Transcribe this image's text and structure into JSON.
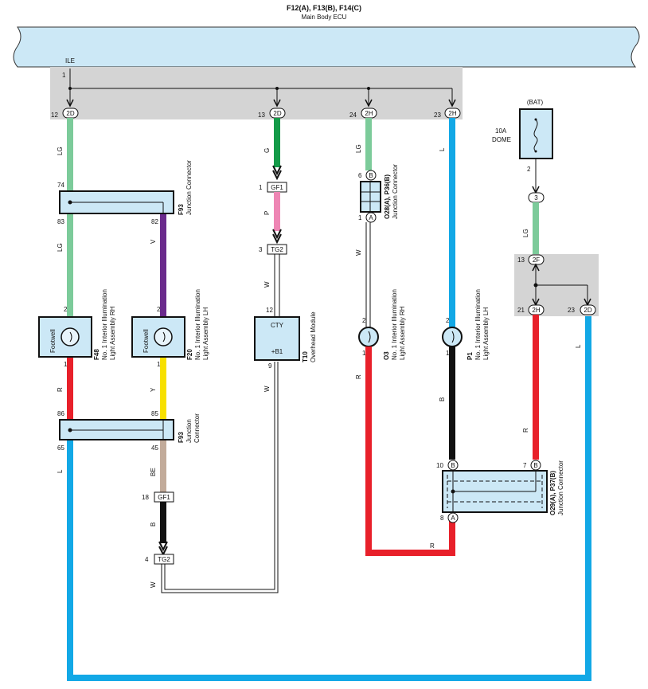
{
  "ecu": {
    "title": "F12(A), F13(B), F14(C)",
    "subtitle": "Main Body ECU",
    "pin_label": "ILE",
    "pin_no": "1"
  },
  "ecu_pins": [
    {
      "no": "12",
      "conn": "2D"
    },
    {
      "no": "13",
      "conn": "2D"
    },
    {
      "no": "24",
      "conn": "2H"
    },
    {
      "no": "23",
      "conn": "2H"
    }
  ],
  "wire_labels": {
    "lg_top": "LG",
    "lg_mid": "LG",
    "v": "V",
    "r_left": "R",
    "y": "Y",
    "l_left": "L",
    "be": "BE",
    "b_lower": "B",
    "w_lower": "W",
    "g": "G",
    "p": "P",
    "w_mid": "W",
    "w_cty": "W",
    "lg_o28": "LG",
    "w_o28": "W",
    "r_o3": "R",
    "l_p1": "L",
    "b_p1": "B",
    "r_bottom": "R",
    "lg_bat": "LG",
    "r_right": "R",
    "l_right": "L"
  },
  "f93_upper": {
    "code": "F93",
    "name": "Junction Connector",
    "pin_tl": "74",
    "pin_bl": "83",
    "pin_br": "82"
  },
  "f93_lower": {
    "code": "F93",
    "name1": "Junction",
    "name2": "Connector",
    "pin_tl": "86",
    "pin_tr": "85",
    "pin_bl": "65",
    "pin_br": "45"
  },
  "f48": {
    "code": "F48",
    "name1": "No. 1 Interior Illumination",
    "name2": "Light Assembly RH",
    "inner": "Footwell",
    "pin_top": "2",
    "pin_bot": "1"
  },
  "f20": {
    "code": "F20",
    "name1": "No. 1 Interior Illumination",
    "name2": "Light Assembly LH",
    "inner": "Footwell",
    "pin_top": "2",
    "pin_bot": "1"
  },
  "gf1_upper": {
    "label": "GF1",
    "pin": "1"
  },
  "tg2_upper": {
    "label": "TG2",
    "pin": "3"
  },
  "gf1_lower": {
    "label": "GF1",
    "pin": "18"
  },
  "tg2_lower": {
    "label": "TG2",
    "pin": "4"
  },
  "t10": {
    "code": "T10",
    "name": "Overhead Module",
    "cty": "CTY",
    "b1": "+B1",
    "pin_top": "12",
    "pin_bot": "9"
  },
  "o28": {
    "code": "O28(A), P36(B)",
    "name": "Junction Connector",
    "pin_top_no": "6",
    "pin_top_conn": "B",
    "pin_bot_no": "1",
    "pin_bot_conn": "A"
  },
  "o3": {
    "code": "O3",
    "name1": "No. 1 Interior Illumination",
    "name2": "Light Assembly RH",
    "pin_top": "2",
    "pin_bot": "1"
  },
  "p1": {
    "code": "P1",
    "name1": "No. 1 Interior Illumination",
    "name2": "Light Assembly LH",
    "pin_top": "2",
    "pin_bot": "1"
  },
  "o29": {
    "code": "O29(A), P37(B)",
    "name": "Junction Connector",
    "pin_tl_no": "10",
    "pin_tl_conn": "B",
    "pin_tr_no": "7",
    "pin_tr_conn": "B",
    "pin_bl_no": "8",
    "pin_bl_conn": "A"
  },
  "bat": {
    "label": "(BAT)",
    "fuse_amp": "10A",
    "fuse_name": "DOME",
    "pin": "2",
    "conn": "3"
  },
  "right_box": {
    "pin_top_no": "13",
    "pin_top_conn": "2F",
    "pin_l_no": "21",
    "pin_l_conn": "2H",
    "pin_r_no": "23",
    "pin_r_conn": "2D"
  },
  "colors": {
    "LG": "#7ccb9a",
    "V": "#6a2a8c",
    "R": "#e8202a",
    "Y": "#f7e000",
    "L": "#12a8e6",
    "BE": "#c2ab9a",
    "B": "#111111",
    "G": "#149a48",
    "P": "#ee86b4",
    "W": "#ffffff"
  }
}
